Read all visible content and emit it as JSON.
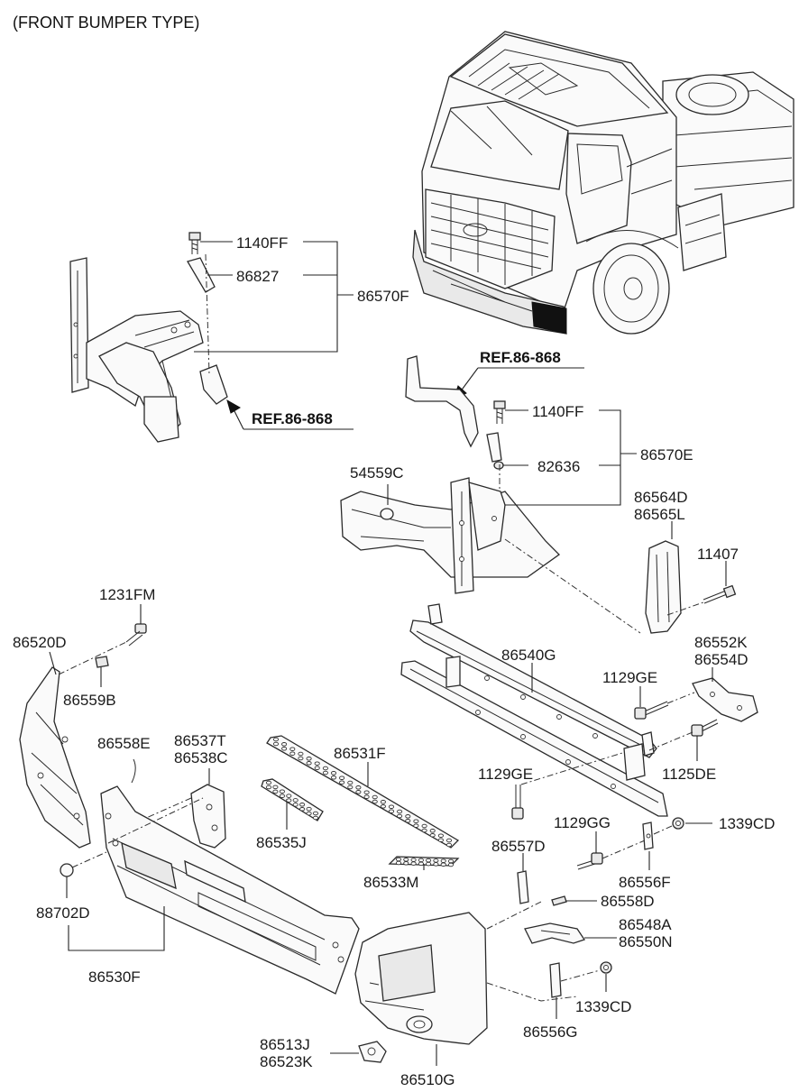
{
  "title": "(FRONT BUMPER TYPE)",
  "ref_labels": [
    "REF.86-868",
    "REF.86-868"
  ],
  "part_labels": {
    "p1140FF_a": "1140FF",
    "p86827": "86827",
    "p86570F": "86570F",
    "p1140FF_b": "1140FF",
    "p82636": "82636",
    "p86570E": "86570E",
    "p54559C": "54559C",
    "p86564D": "86564D",
    "p86565L": "86565L",
    "p11407": "11407",
    "p1231FM": "1231FM",
    "p86520D": "86520D",
    "p86559B": "86559B",
    "p86540G": "86540G",
    "p86552K": "86552K",
    "p86554D": "86554D",
    "p1129GE_a": "1129GE",
    "p1125DE": "1125DE",
    "p86558E": "86558E",
    "p86537T": "86537T",
    "p86538C": "86538C",
    "p86531F": "86531F",
    "p86535J": "86535J",
    "p1129GE_b": "1129GE",
    "p1129GG": "1129GG",
    "p1339CD_a": "1339CD",
    "p86557D": "86557D",
    "p86556F": "86556F",
    "p86558D": "86558D",
    "p86533M": "86533M",
    "p88702D": "88702D",
    "p86548A": "86548A",
    "p86550N": "86550N",
    "p86530F": "86530F",
    "p1339CD_b": "1339CD",
    "p86556G": "86556G",
    "p86513J": "86513J",
    "p86523K": "86523K",
    "p86510G": "86510G"
  }
}
